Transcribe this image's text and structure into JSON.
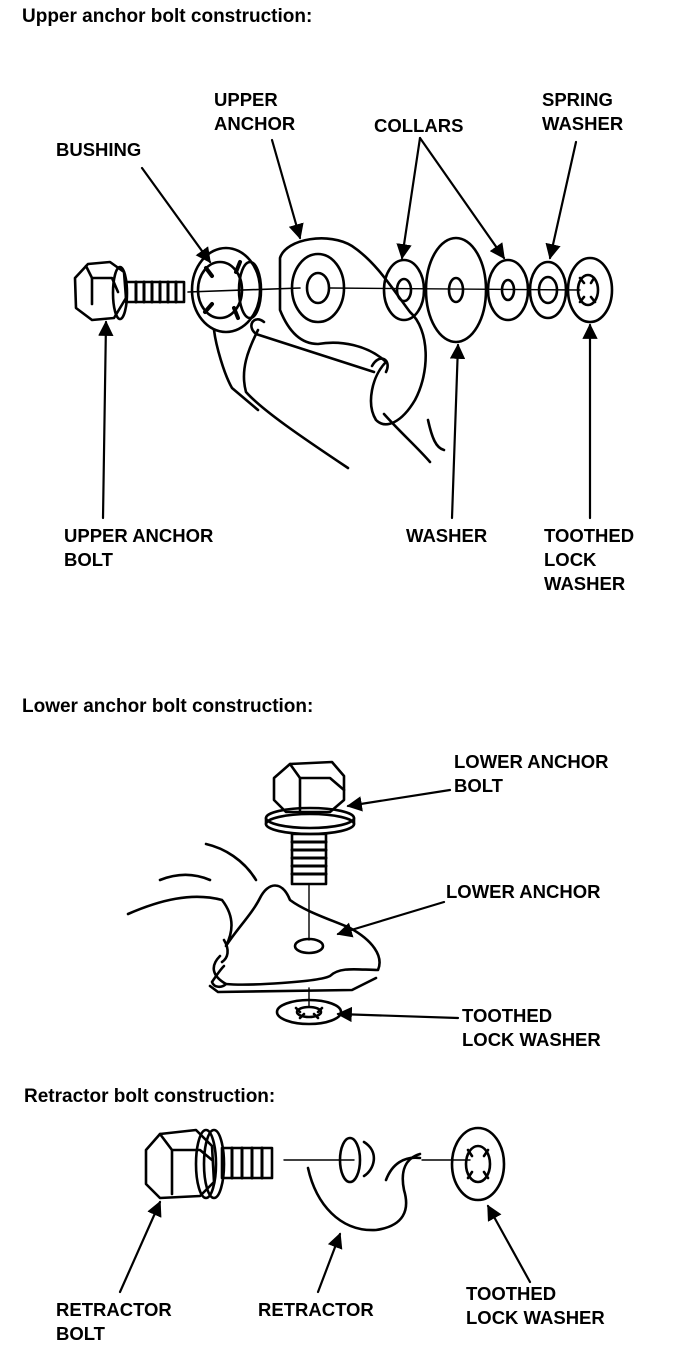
{
  "sections": {
    "upper": {
      "heading": "Upper anchor bolt construction:",
      "labels": {
        "bushing": "BUSHING",
        "upper_anchor": [
          "UPPER",
          "ANCHOR"
        ],
        "collars": "COLLARS",
        "spring_washer": [
          "SPRING",
          "WASHER"
        ],
        "upper_anchor_bolt": [
          "UPPER ANCHOR",
          "BOLT"
        ],
        "washer": "WASHER",
        "toothed_lock_washer": [
          "TOOTHED",
          "LOCK",
          "WASHER"
        ]
      }
    },
    "lower": {
      "heading": "Lower anchor bolt construction:",
      "labels": {
        "lower_anchor_bolt": [
          "LOWER ANCHOR",
          "BOLT"
        ],
        "lower_anchor": "LOWER ANCHOR",
        "toothed_lock_washer": [
          "TOOTHED",
          "LOCK WASHER"
        ]
      }
    },
    "retractor": {
      "heading": "Retractor bolt construction:",
      "labels": {
        "retractor_bolt": [
          "RETRACTOR",
          "BOLT"
        ],
        "retractor": "RETRACTOR",
        "toothed_lock_washer": [
          "TOOTHED",
          "LOCK WASHER"
        ]
      }
    }
  }
}
